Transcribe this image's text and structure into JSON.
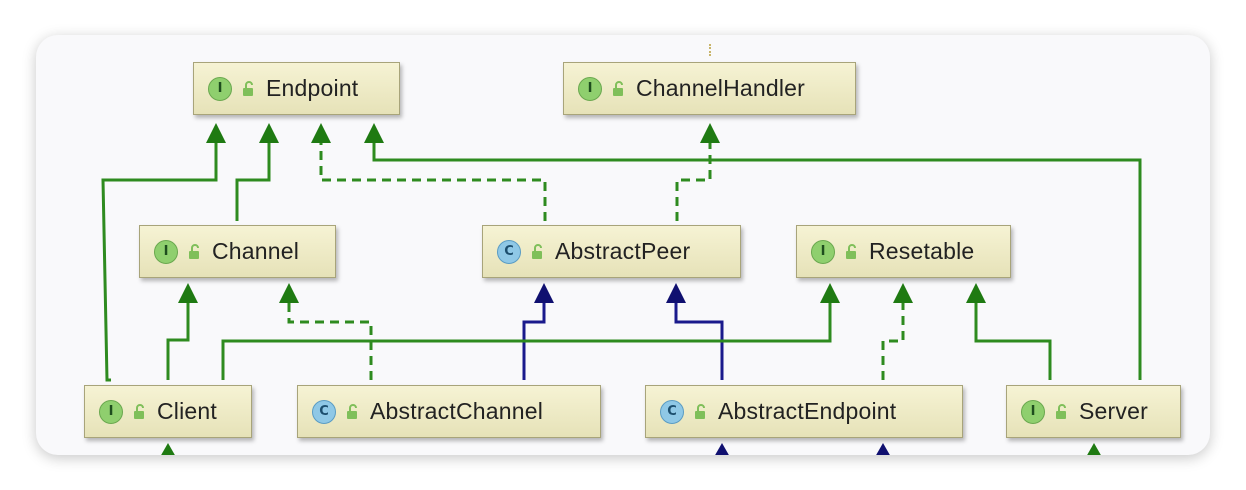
{
  "diagram": {
    "nodes": {
      "endpoint": {
        "label": "Endpoint",
        "badge": "I",
        "kind": "interface"
      },
      "channel_handler": {
        "label": "ChannelHandler",
        "badge": "I",
        "kind": "interface"
      },
      "channel": {
        "label": "Channel",
        "badge": "I",
        "kind": "interface"
      },
      "abstract_peer": {
        "label": "AbstractPeer",
        "badge": "C",
        "kind": "class"
      },
      "resetable": {
        "label": "Resetable",
        "badge": "I",
        "kind": "interface"
      },
      "client": {
        "label": "Client",
        "badge": "I",
        "kind": "interface"
      },
      "abstract_channel": {
        "label": "AbstractChannel",
        "badge": "C",
        "kind": "class"
      },
      "abstract_endpoint": {
        "label": "AbstractEndpoint",
        "badge": "C",
        "kind": "class"
      },
      "server": {
        "label": "Server",
        "badge": "I",
        "kind": "interface"
      }
    },
    "edges": [
      {
        "from": "client",
        "to": "endpoint",
        "type": "extends-interface"
      },
      {
        "from": "channel",
        "to": "endpoint",
        "type": "extends-interface"
      },
      {
        "from": "abstract_peer",
        "to": "endpoint",
        "type": "implements"
      },
      {
        "from": "server",
        "to": "endpoint",
        "type": "extends-interface"
      },
      {
        "from": "abstract_peer",
        "to": "channel_handler",
        "type": "implements"
      },
      {
        "from": "client",
        "to": "channel",
        "type": "extends-interface"
      },
      {
        "from": "abstract_channel",
        "to": "channel",
        "type": "implements"
      },
      {
        "from": "abstract_channel",
        "to": "abstract_peer",
        "type": "extends-class"
      },
      {
        "from": "abstract_endpoint",
        "to": "abstract_peer",
        "type": "extends-class"
      },
      {
        "from": "client",
        "to": "resetable",
        "type": "extends-interface"
      },
      {
        "from": "abstract_endpoint",
        "to": "resetable",
        "type": "implements"
      },
      {
        "from": "server",
        "to": "resetable",
        "type": "extends-interface"
      }
    ],
    "colors": {
      "interface_edge": "#2e8b1f",
      "class_edge": "#1a1a8c",
      "node_border": "#a8a47a"
    },
    "icons": {
      "interface": "interface-badge-icon",
      "class": "class-badge-icon",
      "access": "unlocked-icon"
    }
  }
}
